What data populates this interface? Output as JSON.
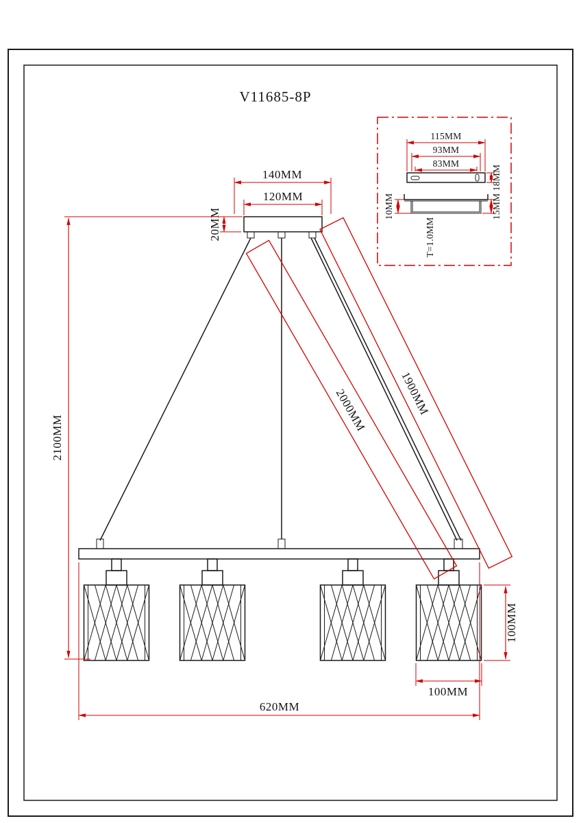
{
  "page": {
    "background_color": "#ffffff"
  },
  "colors": {
    "drawing_line": "#1b1b1b",
    "dimension_line": "#d40000",
    "label_text": "#141414"
  },
  "title": "V11685-8P",
  "main_view": {
    "canopy": {
      "outer_width": "140MM",
      "inner_width": "120MM",
      "height": "20MM"
    },
    "suspension": {
      "overall_height": "2100MM",
      "center_wire_length": "2000MM",
      "side_wire_length": "1900MM"
    },
    "shade": {
      "height": "100MM",
      "width": "100MM"
    },
    "frame_width": "620MM"
  },
  "detail_view": {
    "plate_width": "115MM",
    "hole_spacing": "93MM",
    "slot_width": "83MM",
    "plate_depth": "18MM",
    "left_flange_height": "10MM",
    "right_flange_height": "15MM",
    "material_thickness": "T=1.0MM"
  }
}
